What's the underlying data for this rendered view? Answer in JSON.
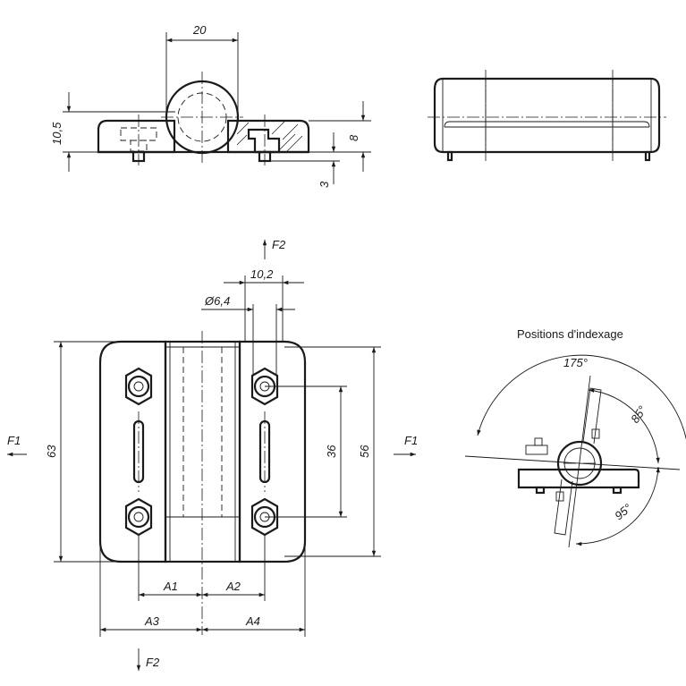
{
  "dimensions": {
    "top_width": "20",
    "height_total": "10,5",
    "base_thickness": "8",
    "pin_protrusion": "3",
    "slot_offset": "10,2",
    "bore_diameter": "Ø6,4",
    "overall_height": "63",
    "hole_spacing": "36",
    "leaf_height": "56"
  },
  "labels": {
    "force_top": "F2",
    "force_bottom": "F2",
    "force_left": "F1",
    "force_right": "F1",
    "a1": "A1",
    "a2": "A2",
    "a3": "A3",
    "a4": "A4"
  },
  "indexing": {
    "title": "Positions d'indexage",
    "angle_total": "175°",
    "angle_upper": "85°",
    "angle_lower": "95°"
  }
}
